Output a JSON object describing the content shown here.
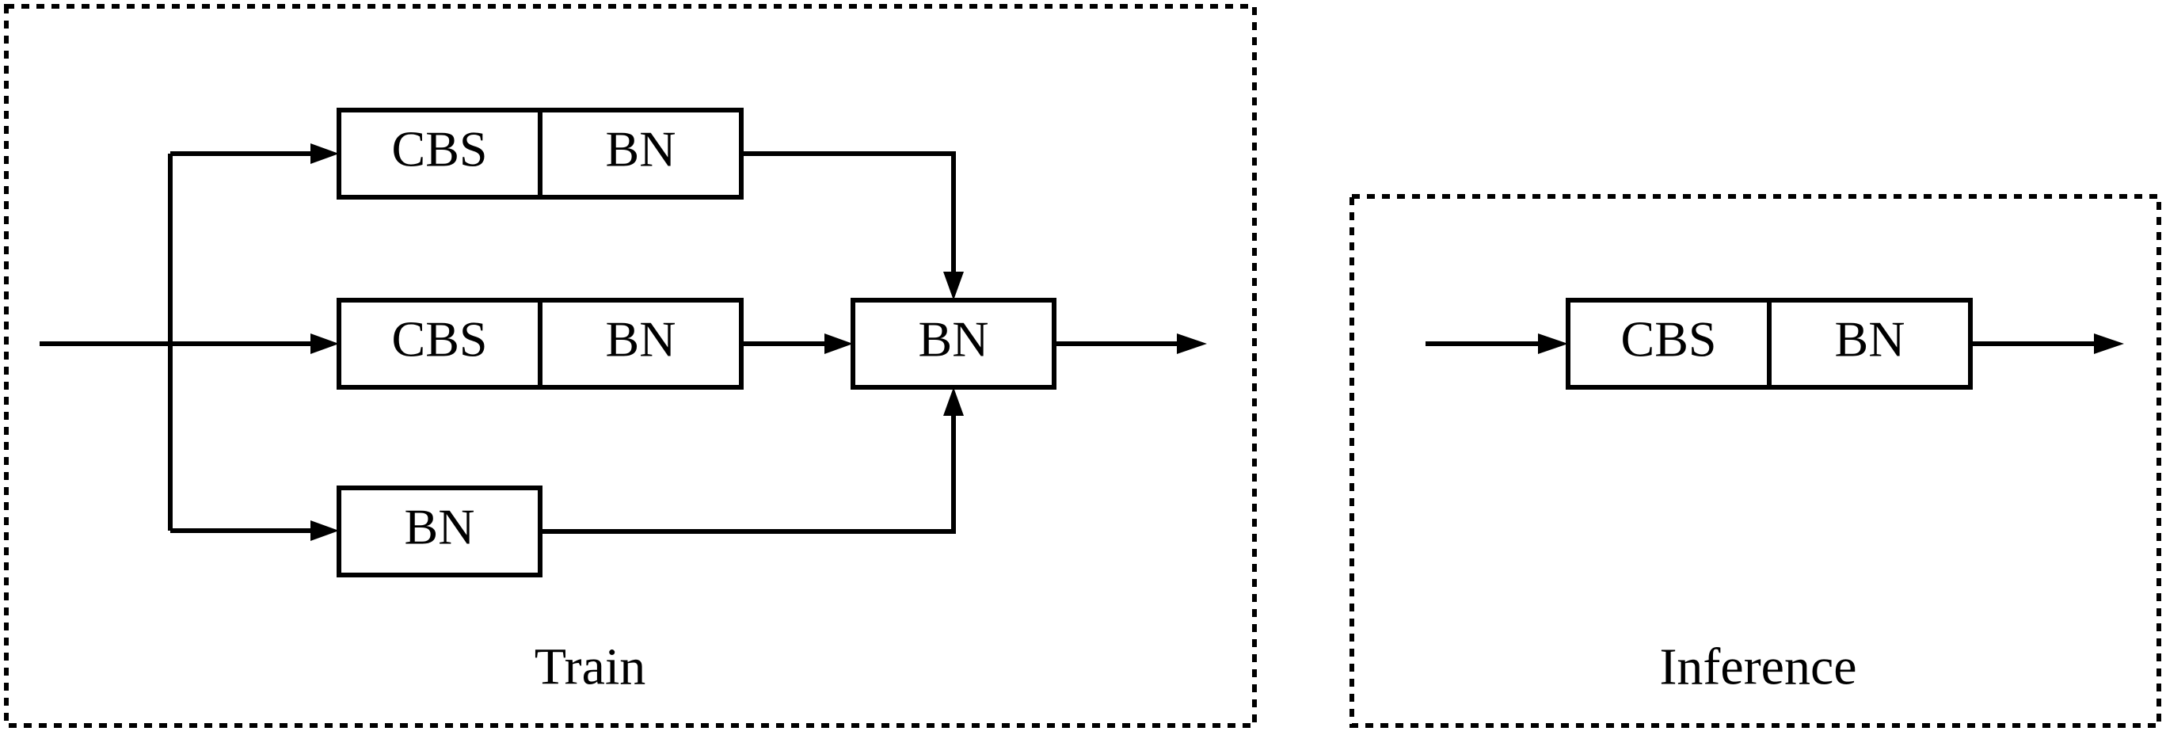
{
  "train": {
    "caption": "Train",
    "branch_top": {
      "cbs": "CBS",
      "bn": "BN"
    },
    "branch_mid": {
      "cbs": "CBS",
      "bn": "BN"
    },
    "branch_bottom": {
      "bn": "BN"
    },
    "merge": {
      "bn": "BN"
    }
  },
  "inference": {
    "caption": "Inference",
    "block": {
      "cbs": "CBS",
      "bn": "BN"
    }
  },
  "colors": {
    "stroke": "#000000",
    "background": "#ffffff"
  }
}
